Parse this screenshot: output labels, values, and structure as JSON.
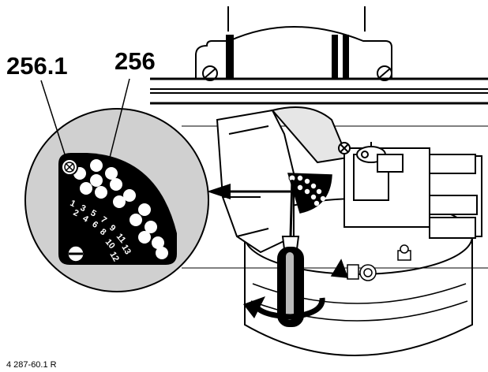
{
  "callouts": {
    "screw_label": "256.1",
    "dial_label": "256"
  },
  "dial": {
    "numbers_row_a": [
      "1",
      "3",
      "5",
      "7",
      "9",
      "11",
      "13"
    ],
    "numbers_row_b": [
      "2",
      "4",
      "6",
      "8",
      "10",
      "12"
    ]
  },
  "figure_ref": "4 287-60.1 R",
  "colors": {
    "ink": "#000000",
    "paper": "#ffffff",
    "dial_bg": "#d0d0d0",
    "shade": "#e6e6e6"
  }
}
